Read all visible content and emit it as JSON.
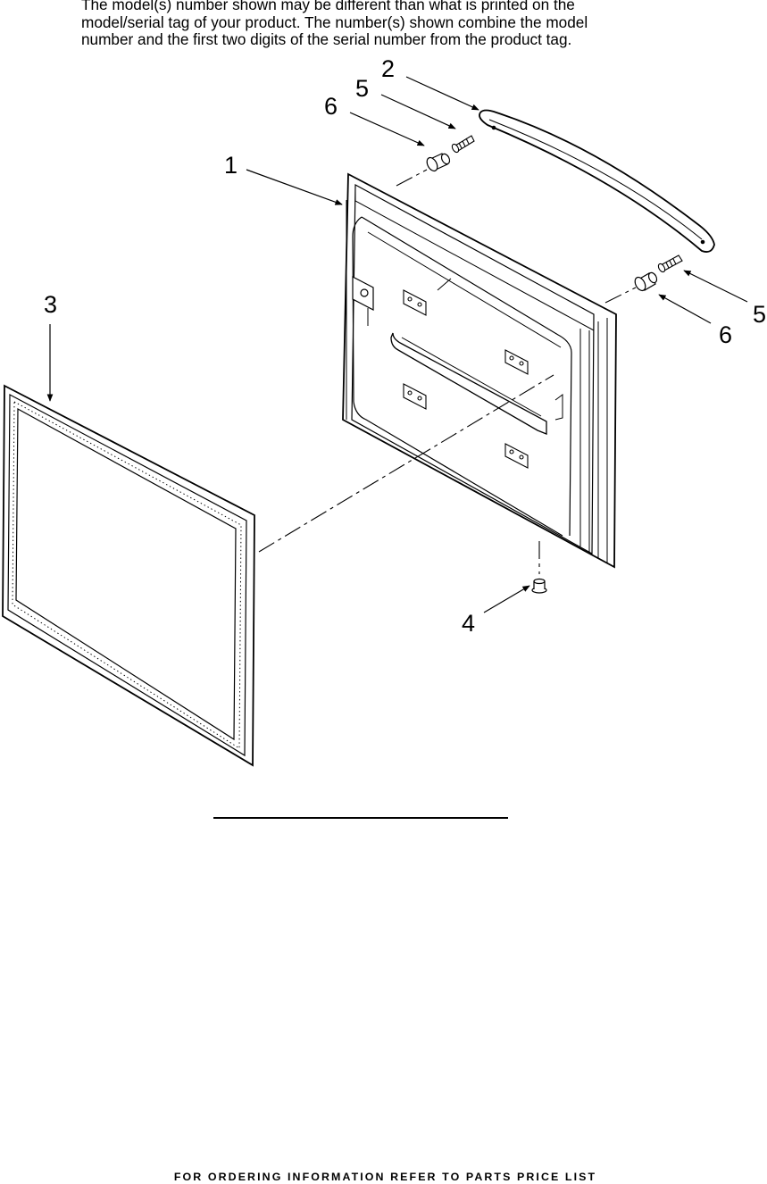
{
  "intro_lines": [
    "The model(s) number shown may be different than what is printed on the",
    "model/serial tag of your product. The number(s) shown combine the model",
    "number and the first two digits of the serial number from the product tag."
  ],
  "callouts": [
    "1",
    "2",
    "3",
    "4",
    "5",
    "6",
    "5",
    "6"
  ],
  "footer": "FOR ORDERING INFORMATION REFER TO PARTS PRICE LIST"
}
